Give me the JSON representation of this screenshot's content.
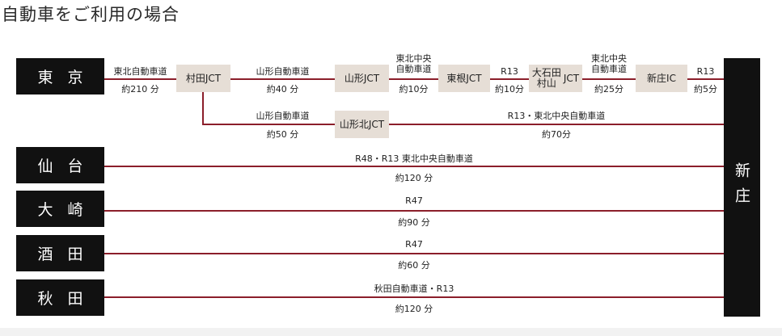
{
  "title": "自動車をご利用の場合",
  "destination": "新庄",
  "origins": [
    "東京",
    "仙台",
    "大崎",
    "酒田",
    "秋田"
  ],
  "tokyo_route": {
    "seg1_road": "東北自動車道",
    "seg1_time": "約210 分",
    "jct1": "村田JCT",
    "seg2_road": "山形自動車道",
    "seg2_time": "約40 分",
    "jct2": "山形JCT",
    "seg3_road": "東北中央\n自動車道",
    "seg3_time": "約10分",
    "jct3": "東根JCT",
    "seg4_road": "R13",
    "seg4_time": "約10分",
    "jct4_left": "大石田\n村山",
    "jct4_right": "JCT",
    "seg5_road": "東北中央\n自動車道",
    "seg5_time": "約25分",
    "jct5": "新庄IC",
    "seg6_road": "R13",
    "seg6_time": "約5分"
  },
  "tokyo_alt": {
    "seg1_road": "山形自動車道",
    "seg1_time": "約50 分",
    "jct": "山形北JCT",
    "seg2_road": "R13・東北中央自動車道",
    "seg2_time": "約70分"
  },
  "routes": [
    {
      "road": "R48・R13  東北中央自動車道",
      "time": "約120 分"
    },
    {
      "road": "R47",
      "time": "約90 分"
    },
    {
      "road": "R47",
      "time": "約60 分"
    },
    {
      "road": "秋田自動車道・R13",
      "time": "約120 分"
    }
  ]
}
